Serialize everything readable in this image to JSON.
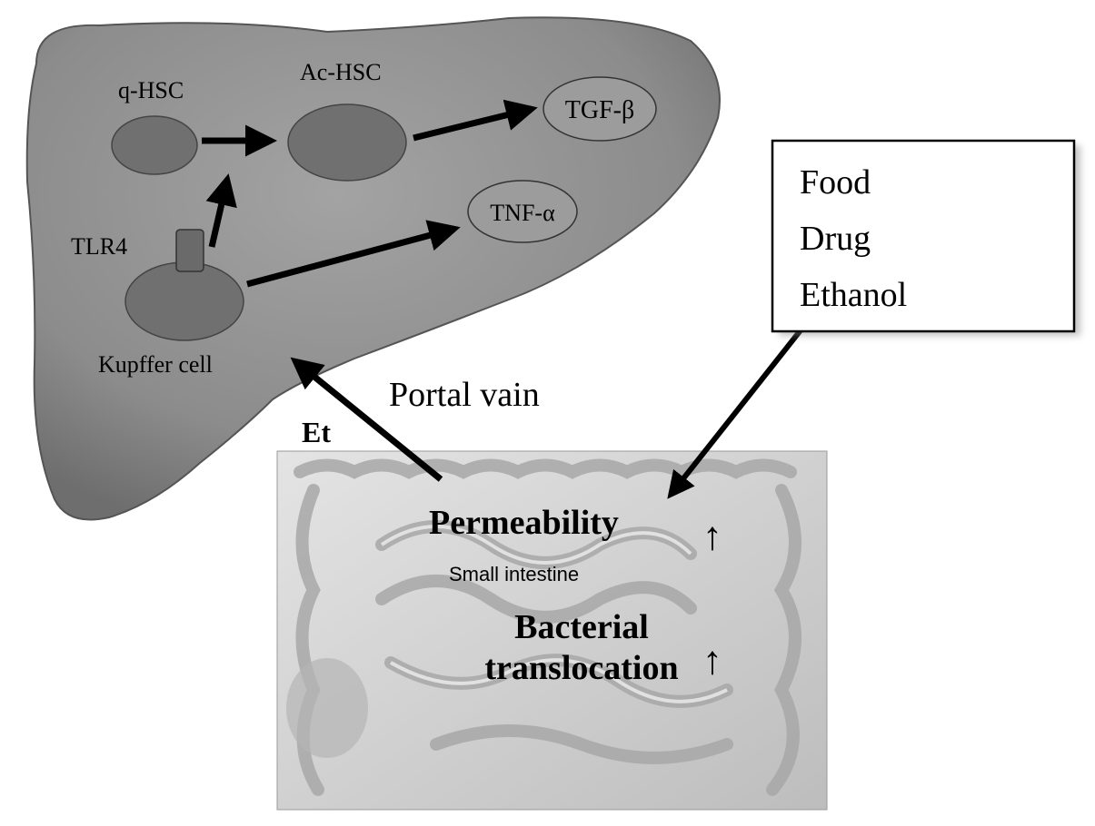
{
  "liver": {
    "q_hsc_label": "q-HSC",
    "ac_hsc_label": "Ac-HSC",
    "tgf_label": "TGF-β",
    "tnf_label": "TNF-α",
    "tlr4_label": "TLR4",
    "kupffer_label": "Kupffer cell"
  },
  "sources_box": {
    "items": [
      "Food",
      "Drug",
      "Ethanol"
    ]
  },
  "portal_label": "Portal vain",
  "et_label": "Et",
  "intestine": {
    "permeability_label": "Permeability",
    "small_intestine_label": "Small intestine",
    "bacterial_line1": "Bacterial",
    "bacterial_line2": "translocation",
    "up_arrow_glyph": "↑"
  },
  "colors": {
    "liver_fill": "#8f8f8f",
    "cell_fill": "#6f6f6f",
    "intestine_bg": "#d6d6d6",
    "ink": "#000000"
  }
}
